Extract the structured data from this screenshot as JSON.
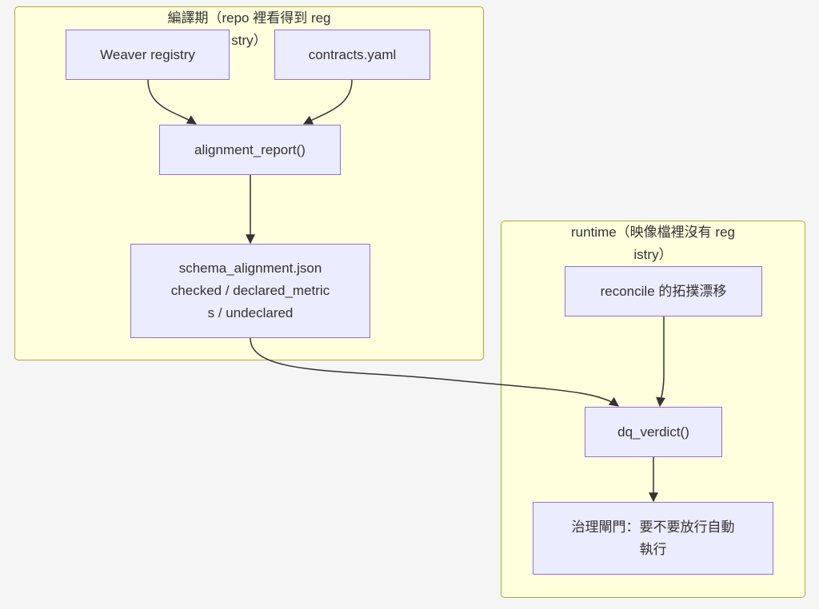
{
  "clusters": {
    "compile": {
      "title_line1": "編譯期（repo 裡看得到 reg",
      "title_line2": "stry）"
    },
    "runtime": {
      "title_line1": "runtime（映像檔裡沒有 reg",
      "title_line2": "istry）"
    }
  },
  "nodes": {
    "weaver_registry": "Weaver registry",
    "contracts_yaml": "contracts.yaml",
    "alignment_report": "alignment_report()",
    "schema_alignment": {
      "line1": "schema_alignment.json",
      "line2": "checked / declared_metric",
      "line3": "s / undeclared"
    },
    "reconcile": "reconcile 的拓撲漂移",
    "dq_verdict": "dq_verdict()",
    "governance_gate": {
      "line1": "治理閘門：要不要放行自動",
      "line2": "執行"
    }
  },
  "edges": [
    {
      "from": "weaver_registry",
      "to": "alignment_report"
    },
    {
      "from": "contracts_yaml",
      "to": "alignment_report"
    },
    {
      "from": "alignment_report",
      "to": "schema_alignment"
    },
    {
      "from": "schema_alignment",
      "to": "dq_verdict"
    },
    {
      "from": "reconcile",
      "to": "dq_verdict"
    },
    {
      "from": "dq_verdict",
      "to": "governance_gate"
    }
  ]
}
